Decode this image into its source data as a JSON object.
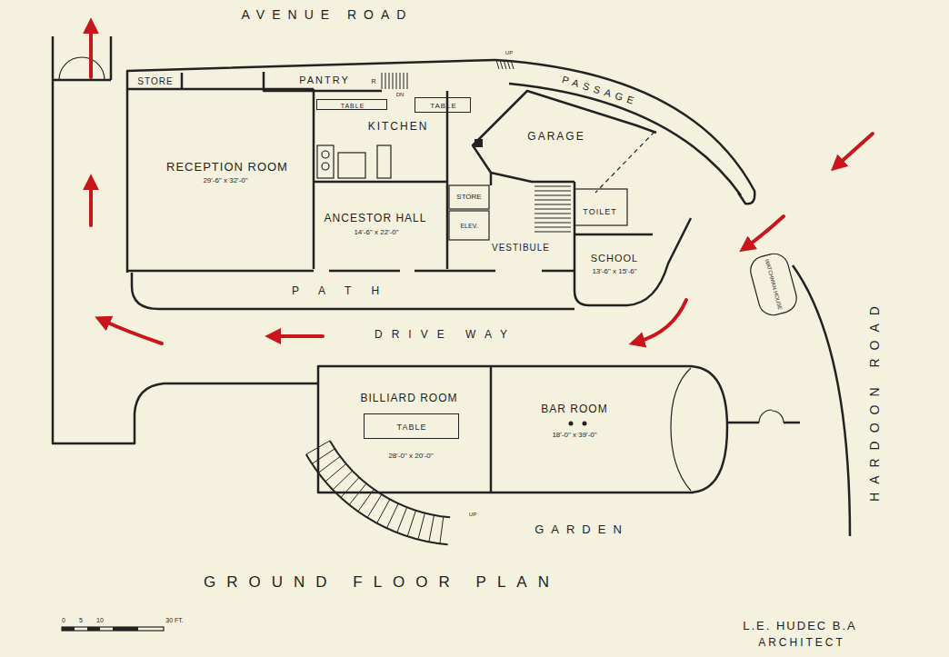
{
  "diagram": {
    "title": "GROUND FLOOR PLAN",
    "nodes": [
      {
        "text": [
          "STORE"
        ]
      },
      {
        "text": [
          "PANTRY"
        ]
      },
      {
        "text": [
          "KITCHEN"
        ]
      },
      {
        "text": [
          "TABLE"
        ],
        "in": 2
      },
      {
        "text": [
          "TABLE"
        ],
        "in": 2
      },
      {
        "text": [
          "RECEPTION ROOM",
          "29'-6\" x 32'-0\""
        ]
      },
      {
        "text": [
          "GARAGE"
        ]
      },
      {
        "text": [
          "ANCESTOR HALL",
          "14'-6\" x 22'-0\""
        ]
      },
      {
        "text": [
          "STORE"
        ]
      },
      {
        "text": [
          "ELEV."
        ]
      },
      {
        "text": [
          "TOILET"
        ]
      },
      {
        "text": [
          "VESTIBULE"
        ]
      },
      {
        "text": [
          "SCHOOL",
          "13'-6\" x 15'-6\""
        ]
      },
      {
        "text": [
          "WATCHMAN HOUSE"
        ]
      },
      {
        "text": [
          "BILLIARD ROOM",
          "28'-0\" x 20'-0\""
        ]
      },
      {
        "text": [
          "TABLE"
        ],
        "in": 14
      },
      {
        "text": [
          "BAR ROOM",
          "18'-0\" x 39'-0\""
        ]
      }
    ],
    "labels": [
      "AVENUE ROAD",
      "PASSAGE",
      "R",
      "DN",
      "UP",
      "PATH",
      "DRIVE WAY",
      "HARDOON ROAD",
      "UP",
      "GARDEN",
      "0",
      "5",
      "10",
      "30 FT.",
      "L.E. HUDEC B.A",
      "ARCHITECT"
    ]
  }
}
